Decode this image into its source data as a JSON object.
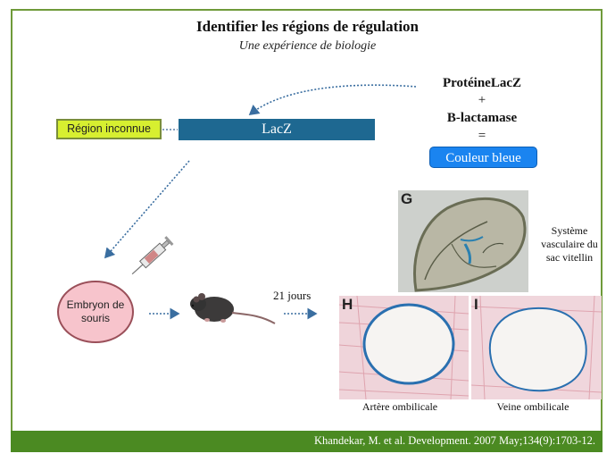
{
  "title": "Identifier les régions de régulation",
  "subtitle": "Une expérience de biologie",
  "construct": {
    "region_label": "Région inconnue",
    "gene_label": "LacZ"
  },
  "reaction": {
    "line1": "ProtéineLacZ",
    "plus": "+",
    "line2": "B-lactamase",
    "equals": "=",
    "result": "Couleur bleue"
  },
  "embryo_label": "Embryon de souris",
  "time_label": "21 jours",
  "panels": {
    "g": {
      "letter": "G",
      "caption": "Système vasculaire du sac vitellin"
    },
    "h": {
      "letter": "H",
      "caption": "Artère ombilicale"
    },
    "i": {
      "letter": "I",
      "caption": "Veine ombilicale"
    }
  },
  "citation": "Khandekar, M. et al. Development. 2007 May;134(9):1703-12.",
  "colors": {
    "frame_green": "#6f9a3a",
    "footer_green": "#4b8a22",
    "lacz_blue": "#1e6891",
    "button_blue": "#1a84f0",
    "region_yellow": "#d7ef30",
    "embryo_pink": "#f7c4cc"
  },
  "icons": [
    "syringe-icon",
    "mouse-icon",
    "arrow-right-icon"
  ]
}
